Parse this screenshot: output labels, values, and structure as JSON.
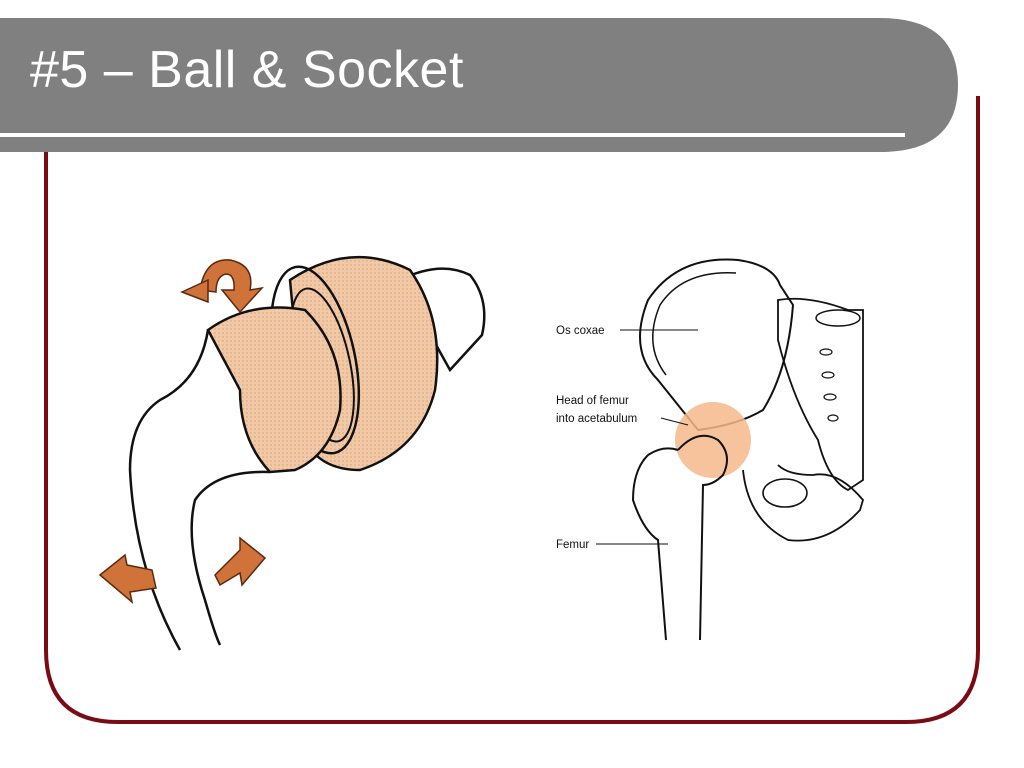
{
  "slide": {
    "title": "#5 – Ball & Socket"
  },
  "colors": {
    "title_bar": "#808080",
    "frame_border": "#7a0a14",
    "joint_fill": "#f0c8a8",
    "arrow_fill": "#d0733a",
    "highlight": "#f5b98c"
  },
  "right_diagram": {
    "labels": {
      "os_coxae": "Os coxae",
      "head_line1": "Head of femur",
      "head_line2": "into acetabulum",
      "femur": "Femur"
    }
  },
  "icons": [
    "curved-arrow-icon",
    "left-arrow-icon",
    "right-arrow-icon"
  ]
}
